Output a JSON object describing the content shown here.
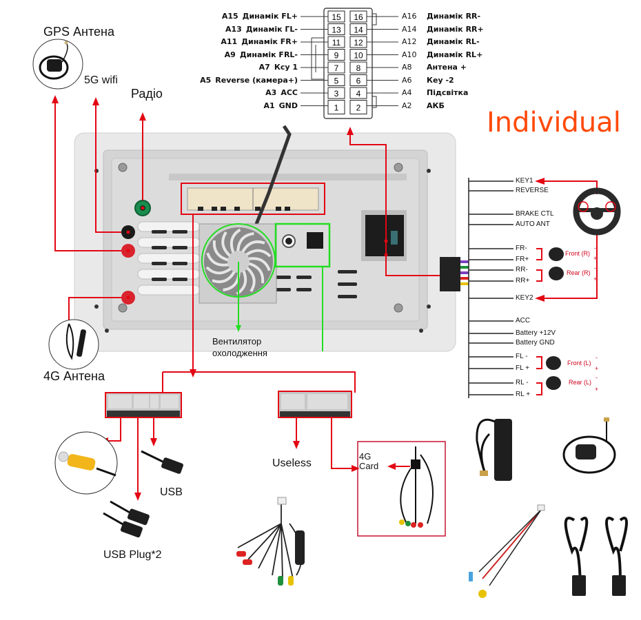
{
  "brand": {
    "label": "Individual",
    "color": "#ff4a0a"
  },
  "iso_connector": {
    "left_pins": [
      {
        "code": "A15",
        "label": "Динамік FL+",
        "pin": "15"
      },
      {
        "code": "A13",
        "label": "Динамік ГL-",
        "pin": "13"
      },
      {
        "code": "A11",
        "label": "Динамік FR+",
        "pin": "11"
      },
      {
        "code": "A9",
        "label": "Динамік FRL-",
        "pin": "9"
      },
      {
        "code": "A7",
        "label": "Ксу 1",
        "pin": "7"
      },
      {
        "code": "A5",
        "label": "Reverse (камера+)",
        "pin": "5"
      },
      {
        "code": "A3",
        "label": "ACC",
        "pin": "3"
      },
      {
        "code": "A1",
        "label": "GND",
        "pin": "1"
      }
    ],
    "right_pins": [
      {
        "code": "A16",
        "label": "Динамік RR-",
        "pin": "16"
      },
      {
        "code": "A14",
        "label": "Динамік RR+",
        "pin": "14"
      },
      {
        "code": "A12",
        "label": "Динамік RL-",
        "pin": "12"
      },
      {
        "code": "A10",
        "label": "Динамік RL+",
        "pin": "10"
      },
      {
        "code": "A8",
        "label": "Антена +",
        "pin": "8"
      },
      {
        "code": "A6",
        "label": "Кеу -2",
        "pin": "6"
      },
      {
        "code": "A4",
        "label": "Підсвітка",
        "pin": "4"
      },
      {
        "code": "A2",
        "label": "АКБ",
        "pin": "2"
      }
    ]
  },
  "antenna_labels": {
    "gps": "GPS  Антена",
    "wifi": "5G wifi",
    "radio": "Радіо",
    "lte": "4G  Антена"
  },
  "fan_label": {
    "line1": "Вентилятор",
    "line2": "охолодження"
  },
  "harness_wires": [
    {
      "label": "KEY1",
      "group": "a"
    },
    {
      "label": "REVERSE",
      "group": "a"
    },
    {
      "label": "BRAKE CTL",
      "group": "b"
    },
    {
      "label": "AUTO ANT",
      "group": "b"
    },
    {
      "label": "FR-",
      "group": "c"
    },
    {
      "label": "FR+",
      "group": "c"
    },
    {
      "label": "RR-",
      "group": "c"
    },
    {
      "label": "RR+",
      "group": "c"
    },
    {
      "label": "KEY2",
      "group": "d"
    },
    {
      "label": "ACC",
      "group": "e"
    },
    {
      "label": "Battery +12V",
      "group": "e"
    },
    {
      "label": "Battery GND",
      "group": "e"
    },
    {
      "label": "FL -",
      "group": "f"
    },
    {
      "label": "FL +",
      "group": "f"
    },
    {
      "label": "RL -",
      "group": "f"
    },
    {
      "label": "RL +",
      "group": "f"
    }
  ],
  "speakers": [
    {
      "label": "Front (R)",
      "minus": "-",
      "plus": "+"
    },
    {
      "label": "Rear (R)",
      "minus": "-",
      "plus": "+"
    },
    {
      "label": "Front (L)",
      "minus": "-",
      "plus": "+"
    },
    {
      "label": "Rear (L)",
      "minus": "-",
      "plus": "+"
    }
  ],
  "accessories": {
    "usb": "USB",
    "usb_plug": "USB Plug*2",
    "useless": "Useless",
    "card_line1": "4G",
    "card_line2": "Card"
  },
  "colors": {
    "arrow_red": "#e30613",
    "highlight_green": "#22dd22"
  }
}
